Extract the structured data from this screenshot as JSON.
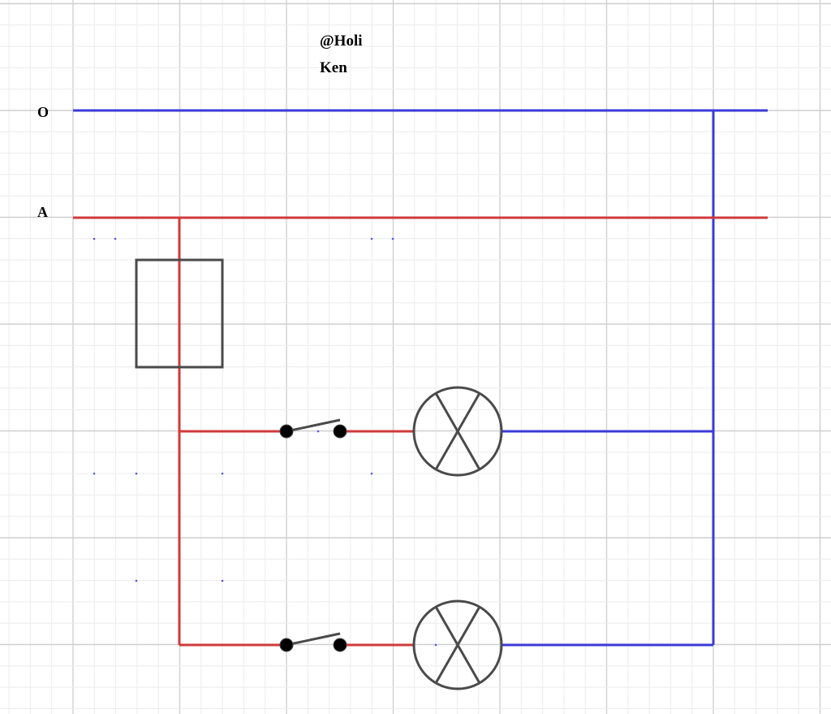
{
  "watermark": {
    "line1": "@Holi",
    "line2": "Ken"
  },
  "rails": {
    "neutral_label": "O",
    "live_label": "A"
  },
  "colors": {
    "neutral_wire": "#3a3ad8",
    "live_wire": "#d03a3a",
    "component": "#4a4a4a",
    "grid_major": "#cfcfcf",
    "grid_minor": "#ececec"
  },
  "components": {
    "fuse": "fuse-box",
    "switches": [
      "switch-1",
      "switch-2"
    ],
    "lamps": [
      "lamp-1",
      "lamp-2"
    ]
  }
}
